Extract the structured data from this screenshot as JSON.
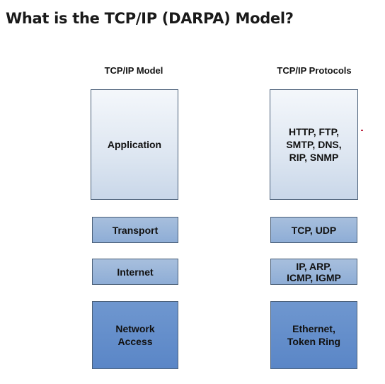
{
  "title": "What is the TCP/IP (DARPA) Model?",
  "model_column": {
    "heading": "TCP/IP Model",
    "layers": [
      {
        "id": "application",
        "label": "Application"
      },
      {
        "id": "transport",
        "label": "Transport"
      },
      {
        "id": "internet",
        "label": "Internet"
      },
      {
        "id": "network-access",
        "label": "Network\nAccess"
      }
    ]
  },
  "protocols_column": {
    "heading": "TCP/IP Protocols",
    "layers": [
      {
        "id": "application",
        "label": "HTTP, FTP,\nSMTP, DNS,\nRIP, SNMP"
      },
      {
        "id": "transport",
        "label": "TCP, UDP"
      },
      {
        "id": "internet",
        "label": "IP, ARP,\nICMP, IGMP"
      },
      {
        "id": "network-access",
        "label": "Ethernet,\nToken Ring"
      }
    ]
  },
  "colors": {
    "border": "#4a5f78",
    "application_fill": "#dde6f1",
    "middle_fill": "#98b4da",
    "network_access_fill": "#6590cb"
  }
}
